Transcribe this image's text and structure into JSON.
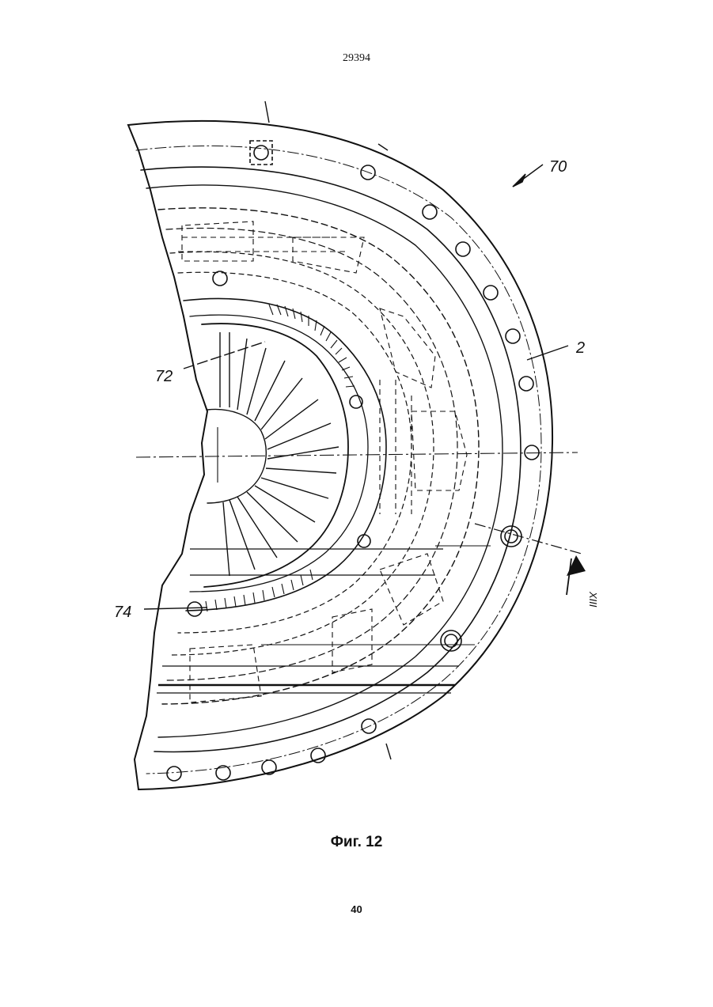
{
  "header": {
    "document_number": "29394"
  },
  "figure": {
    "reference_labels": {
      "assembly": "70",
      "housing": "2",
      "spring_upper": "72",
      "spring_lower": "74",
      "section": "XIII"
    }
  },
  "caption": "Фиг. 12",
  "footer": {
    "page_number": "40"
  }
}
